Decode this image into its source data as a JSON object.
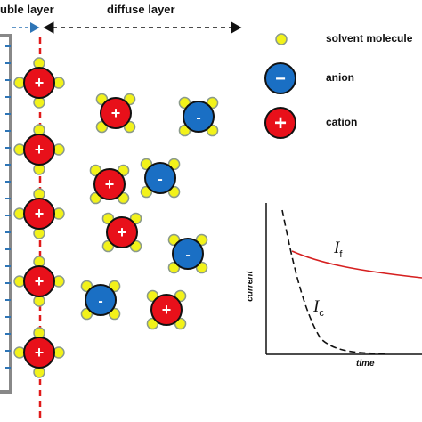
{
  "headers": {
    "double_layer": "uble layer",
    "diffuse_layer": "diffuse layer"
  },
  "legend": [
    {
      "kind": "solvent",
      "label": "solvent molecule",
      "symbol": ""
    },
    {
      "kind": "anion",
      "label": "anion",
      "symbol": "−"
    },
    {
      "kind": "cation",
      "label": "cation",
      "symbol": "+"
    }
  ],
  "ion_symbols": {
    "cation": "+",
    "anion": "-"
  },
  "plot": {
    "xlabel": "time",
    "ylabel": "current",
    "curve_f": {
      "letter": "I",
      "sub": "f"
    },
    "curve_c": {
      "letter": "I",
      "sub": "c"
    }
  },
  "colors": {
    "cation": "#e8101a",
    "anion": "#1a6fc4",
    "solvent": "#f2f21a",
    "solvent_stroke": "#8a9a8a",
    "electrode": "#888888",
    "tick": "#2e75b6",
    "plane": "#e01a1a",
    "arrow_blue": "#2e75b6",
    "curve_f": "#d62020"
  }
}
